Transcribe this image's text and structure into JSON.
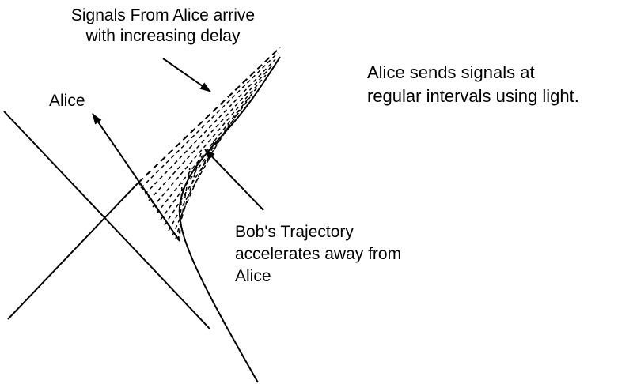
{
  "diagram": {
    "labels": {
      "signals_line1": "Signals From Alice arrive",
      "signals_line2": "with increasing delay",
      "alice_sends_line1": "Alice sends signals at",
      "alice_sends_line2": "regular intervals using light.",
      "alice": "Alice",
      "bob_line1": "Bob's Trajectory",
      "bob_line2": "accelerates away from",
      "bob_line3": "Alice"
    },
    "colors": {
      "ink": "#000000",
      "background": "#ffffff"
    }
  }
}
